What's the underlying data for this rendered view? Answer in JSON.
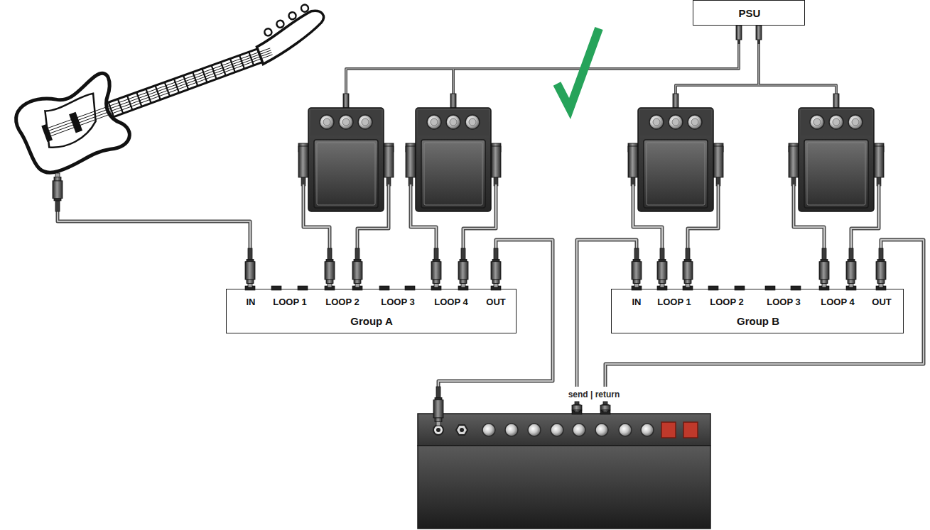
{
  "diagram": {
    "nodes": [
      {
        "text": [
          "PSU"
        ]
      },
      {
        "text": [
          "IN",
          "LOOP 1",
          "LOOP 2",
          "LOOP 3",
          "LOOP 4",
          "OUT",
          "Group A"
        ]
      },
      {
        "text": [
          "IN",
          "LOOP 1",
          "LOOP 2",
          "LOOP 3",
          "LOOP 4",
          "OUT",
          "Group B"
        ]
      },
      {
        "text": [
          "send | return"
        ]
      }
    ],
    "edges": [
      {
        "from": 1,
        "to": 3,
        "arrow": "none"
      },
      {
        "from": 3,
        "to": 2,
        "arrow": "none"
      },
      {
        "from": 2,
        "to": 3,
        "arrow": "none"
      }
    ]
  }
}
